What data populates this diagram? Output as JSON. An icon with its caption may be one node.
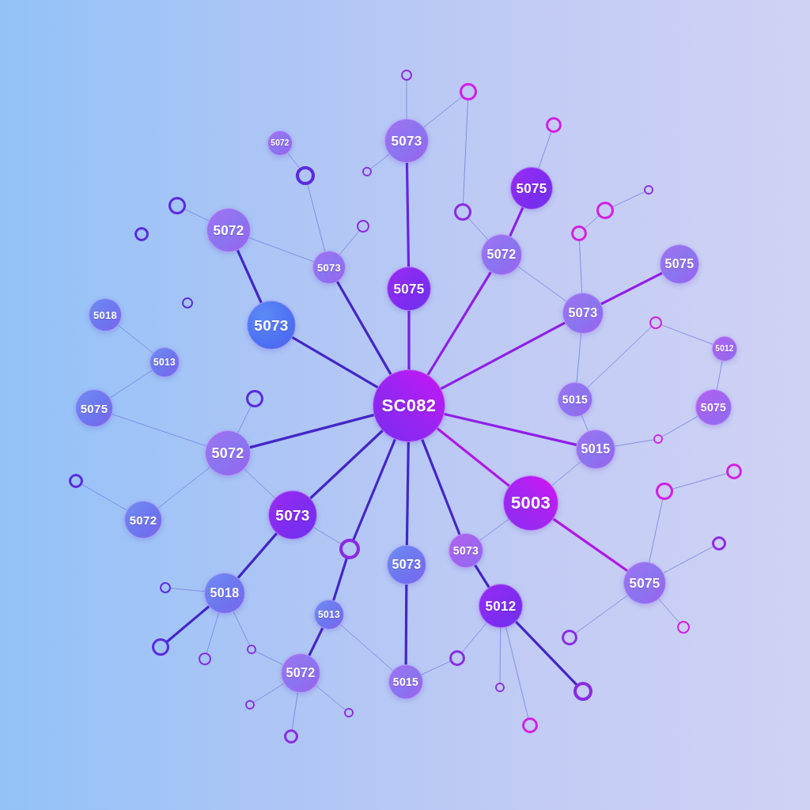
{
  "diagram": {
    "nodes": [
      {
        "text": [],
        "shape": "circle"
      },
      {
        "text": [],
        "shape": "circle"
      },
      {
        "text": [],
        "shape": "circle"
      },
      {
        "text": [
          "5073"
        ]
      },
      {
        "text": [
          "5072"
        ]
      },
      {
        "text": [],
        "shape": "circle"
      },
      {
        "text": [],
        "shape": "circle"
      },
      {
        "text": [
          "5075"
        ]
      },
      {
        "text": [],
        "shape": "circle"
      },
      {
        "text": [],
        "shape": "circle"
      },
      {
        "text": [],
        "shape": "circle"
      },
      {
        "text": [],
        "shape": "circle"
      },
      {
        "text": [],
        "shape": "circle"
      },
      {
        "text": [
          "5072"
        ]
      },
      {
        "text": [],
        "shape": "circle"
      },
      {
        "text": [],
        "shape": "circle"
      },
      {
        "text": [
          "5072"
        ]
      },
      {
        "text": [
          "5075"
        ]
      },
      {
        "text": [
          "5073"
        ]
      },
      {
        "text": [
          "5075"
        ]
      },
      {
        "text": [],
        "shape": "circle"
      },
      {
        "text": [
          "5073"
        ]
      },
      {
        "text": [
          "5018"
        ]
      },
      {
        "text": [],
        "shape": "circle"
      },
      {
        "text": [
          "5073"
        ]
      },
      {
        "text": [
          "5012"
        ]
      },
      {
        "text": [
          "5013"
        ]
      },
      {
        "text": [],
        "shape": "circle"
      },
      {
        "text": [
          "5015"
        ]
      },
      {
        "text": [
          "SC082"
        ]
      },
      {
        "text": [
          "5075"
        ]
      },
      {
        "text": [
          "5075"
        ]
      },
      {
        "text": [],
        "shape": "circle"
      },
      {
        "text": [
          "5015"
        ]
      },
      {
        "text": [
          "5072"
        ]
      },
      {
        "text": [],
        "shape": "circle"
      },
      {
        "text": [],
        "shape": "circle"
      },
      {
        "text": [],
        "shape": "circle"
      },
      {
        "text": [
          "5003"
        ]
      },
      {
        "text": [
          "5073"
        ]
      },
      {
        "text": [
          "5072"
        ]
      },
      {
        "text": [],
        "shape": "circle"
      },
      {
        "text": [],
        "shape": "circle"
      },
      {
        "text": [
          "5073"
        ]
      },
      {
        "text": [
          "5073"
        ]
      },
      {
        "text": [
          "5075"
        ]
      },
      {
        "text": [],
        "shape": "circle"
      },
      {
        "text": [
          "5018"
        ]
      },
      {
        "text": [
          "5012"
        ]
      },
      {
        "text": [
          "5013"
        ]
      },
      {
        "text": [],
        "shape": "circle"
      },
      {
        "text": [],
        "shape": "circle"
      },
      {
        "text": [],
        "shape": "circle"
      },
      {
        "text": [],
        "shape": "circle"
      },
      {
        "text": [],
        "shape": "circle"
      },
      {
        "text": [],
        "shape": "circle"
      },
      {
        "text": [
          "5072"
        ]
      },
      {
        "text": [
          "5015"
        ]
      },
      {
        "text": [],
        "shape": "circle"
      },
      {
        "text": [],
        "shape": "circle"
      },
      {
        "text": [],
        "shape": "circle"
      },
      {
        "text": [],
        "shape": "circle"
      },
      {
        "text": [],
        "shape": "circle"
      },
      {
        "text": [],
        "shape": "circle"
      }
    ],
    "edges": [
      {
        "from": 29,
        "to": 19,
        "arrow": "none",
        "style": "thick",
        "color": "#6b21e8"
      },
      {
        "from": 19,
        "to": 3,
        "arrow": "none",
        "style": "thick",
        "color": "#6b21e8"
      },
      {
        "from": 29,
        "to": 24,
        "arrow": "none",
        "style": "thick",
        "color": "#4326c8"
      },
      {
        "from": 29,
        "to": 18,
        "arrow": "none",
        "style": "thick",
        "color": "#4326c8"
      },
      {
        "from": 29,
        "to": 16,
        "arrow": "none",
        "style": "thick",
        "color": "#8f1ee8"
      },
      {
        "from": 29,
        "to": 21,
        "arrow": "none",
        "style": "thick",
        "color": "#8f1ee8"
      },
      {
        "from": 29,
        "to": 33,
        "arrow": "none",
        "style": "thick",
        "color": "#8f1ee8"
      },
      {
        "from": 29,
        "to": 38,
        "arrow": "none",
        "style": "thick",
        "color": "#b018e6"
      },
      {
        "from": 29,
        "to": 43,
        "arrow": "none",
        "style": "thick",
        "color": "#4326c8"
      },
      {
        "from": 29,
        "to": 44,
        "arrow": "none",
        "style": "thick",
        "color": "#4326c8"
      },
      {
        "from": 29,
        "to": 42,
        "arrow": "none",
        "style": "thick",
        "color": "#4326c8"
      },
      {
        "from": 29,
        "to": 39,
        "arrow": "none",
        "style": "thick",
        "color": "#4326c8"
      },
      {
        "from": 29,
        "to": 34,
        "arrow": "none",
        "style": "thick",
        "color": "#4326c8"
      },
      {
        "from": 3,
        "to": 0,
        "arrow": "none"
      },
      {
        "from": 3,
        "to": 1,
        "arrow": "none"
      },
      {
        "from": 3,
        "to": 5,
        "arrow": "none"
      },
      {
        "from": 1,
        "to": 11,
        "arrow": "none"
      },
      {
        "from": 11,
        "to": 16,
        "arrow": "none"
      },
      {
        "from": 16,
        "to": 7,
        "arrow": "none",
        "style": "thick",
        "color": "#8f1ee8"
      },
      {
        "from": 7,
        "to": 2,
        "arrow": "none"
      },
      {
        "from": 16,
        "to": 21,
        "arrow": "none"
      },
      {
        "from": 21,
        "to": 14,
        "arrow": "none"
      },
      {
        "from": 14,
        "to": 10,
        "arrow": "none"
      },
      {
        "from": 10,
        "to": 8,
        "arrow": "none"
      },
      {
        "from": 21,
        "to": 17,
        "arrow": "none",
        "style": "thick",
        "color": "#8f1ee8"
      },
      {
        "from": 21,
        "to": 28,
        "arrow": "none"
      },
      {
        "from": 28,
        "to": 23,
        "arrow": "none"
      },
      {
        "from": 23,
        "to": 25,
        "arrow": "none"
      },
      {
        "from": 25,
        "to": 31,
        "arrow": "none"
      },
      {
        "from": 31,
        "to": 32,
        "arrow": "none"
      },
      {
        "from": 32,
        "to": 33,
        "arrow": "none"
      },
      {
        "from": 28,
        "to": 33,
        "arrow": "none"
      },
      {
        "from": 33,
        "to": 38,
        "arrow": "none"
      },
      {
        "from": 38,
        "to": 45,
        "arrow": "none",
        "style": "thick",
        "color": "#b018e6"
      },
      {
        "from": 38,
        "to": 43,
        "arrow": "none"
      },
      {
        "from": 43,
        "to": 48,
        "arrow": "none",
        "style": "thick",
        "color": "#4326c8"
      },
      {
        "from": 48,
        "to": 54,
        "arrow": "none"
      },
      {
        "from": 54,
        "to": 57,
        "arrow": "none"
      },
      {
        "from": 48,
        "to": 58,
        "arrow": "none"
      },
      {
        "from": 48,
        "to": 62,
        "arrow": "none"
      },
      {
        "from": 48,
        "to": 59,
        "arrow": "none",
        "style": "thick",
        "color": "#4326c8"
      },
      {
        "from": 44,
        "to": 57,
        "arrow": "none",
        "style": "thick",
        "color": "#4326c8"
      },
      {
        "from": 49,
        "to": 57,
        "arrow": "none"
      },
      {
        "from": 42,
        "to": 49,
        "arrow": "none",
        "style": "thick",
        "color": "#4326c8"
      },
      {
        "from": 49,
        "to": 56,
        "arrow": "none",
        "style": "thick",
        "color": "#4326c8"
      },
      {
        "from": 39,
        "to": 42,
        "arrow": "none"
      },
      {
        "from": 39,
        "to": 47,
        "arrow": "none",
        "style": "thick",
        "color": "#4326c8"
      },
      {
        "from": 47,
        "to": 46,
        "arrow": "none"
      },
      {
        "from": 47,
        "to": 52,
        "arrow": "none",
        "style": "thick",
        "color": "#4326c8"
      },
      {
        "from": 47,
        "to": 55,
        "arrow": "none"
      },
      {
        "from": 47,
        "to": 53,
        "arrow": "none"
      },
      {
        "from": 53,
        "to": 56,
        "arrow": "none"
      },
      {
        "from": 56,
        "to": 60,
        "arrow": "none"
      },
      {
        "from": 56,
        "to": 61,
        "arrow": "none"
      },
      {
        "from": 56,
        "to": 63,
        "arrow": "none"
      },
      {
        "from": 45,
        "to": 51,
        "arrow": "none"
      },
      {
        "from": 45,
        "to": 50,
        "arrow": "none"
      },
      {
        "from": 45,
        "to": 41,
        "arrow": "none"
      },
      {
        "from": 45,
        "to": 37,
        "arrow": "none"
      },
      {
        "from": 37,
        "to": 35,
        "arrow": "none"
      },
      {
        "from": 34,
        "to": 27,
        "arrow": "none"
      },
      {
        "from": 34,
        "to": 30,
        "arrow": "none"
      },
      {
        "from": 34,
        "to": 40,
        "arrow": "none"
      },
      {
        "from": 34,
        "to": 39,
        "arrow": "none"
      },
      {
        "from": 40,
        "to": 36,
        "arrow": "none"
      },
      {
        "from": 30,
        "to": 26,
        "arrow": "none"
      },
      {
        "from": 26,
        "to": 22,
        "arrow": "none"
      },
      {
        "from": 24,
        "to": 13,
        "arrow": "none",
        "style": "thick",
        "color": "#4326c8"
      },
      {
        "from": 13,
        "to": 9,
        "arrow": "none"
      },
      {
        "from": 13,
        "to": 18,
        "arrow": "none"
      },
      {
        "from": 18,
        "to": 6,
        "arrow": "none"
      },
      {
        "from": 6,
        "to": 4,
        "arrow": "none"
      },
      {
        "from": 18,
        "to": 12,
        "arrow": "none"
      }
    ]
  }
}
